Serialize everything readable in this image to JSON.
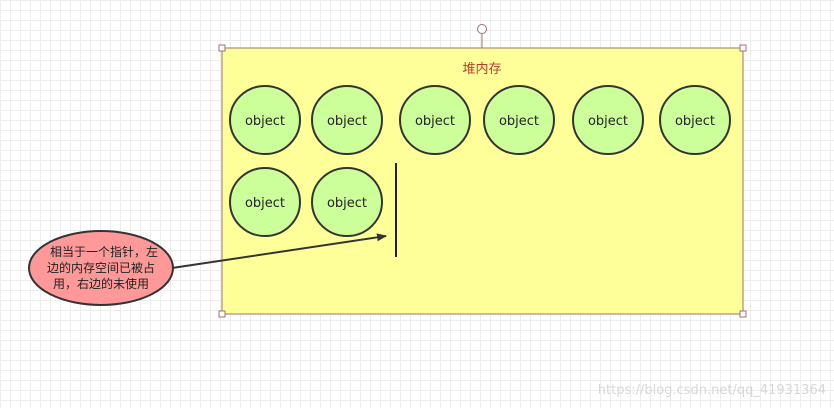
{
  "heap": {
    "title": "堆内存",
    "fill": "#ffff99",
    "border": "#a07070"
  },
  "objects": [
    {
      "label": "object"
    },
    {
      "label": "object"
    },
    {
      "label": "object"
    },
    {
      "label": "object"
    },
    {
      "label": "object"
    },
    {
      "label": "object"
    },
    {
      "label": "object"
    },
    {
      "label": "object"
    }
  ],
  "object_style": {
    "fill": "#ccff99",
    "stroke": "#333333"
  },
  "note": {
    "lines": [
      "相当于一个指针，左",
      "边的内存空间已被占",
      "用，右边的未使用"
    ],
    "fill": "#ff9999",
    "stroke": "#333333"
  },
  "watermark": "https://blog.csdn.net/qq_41931364"
}
